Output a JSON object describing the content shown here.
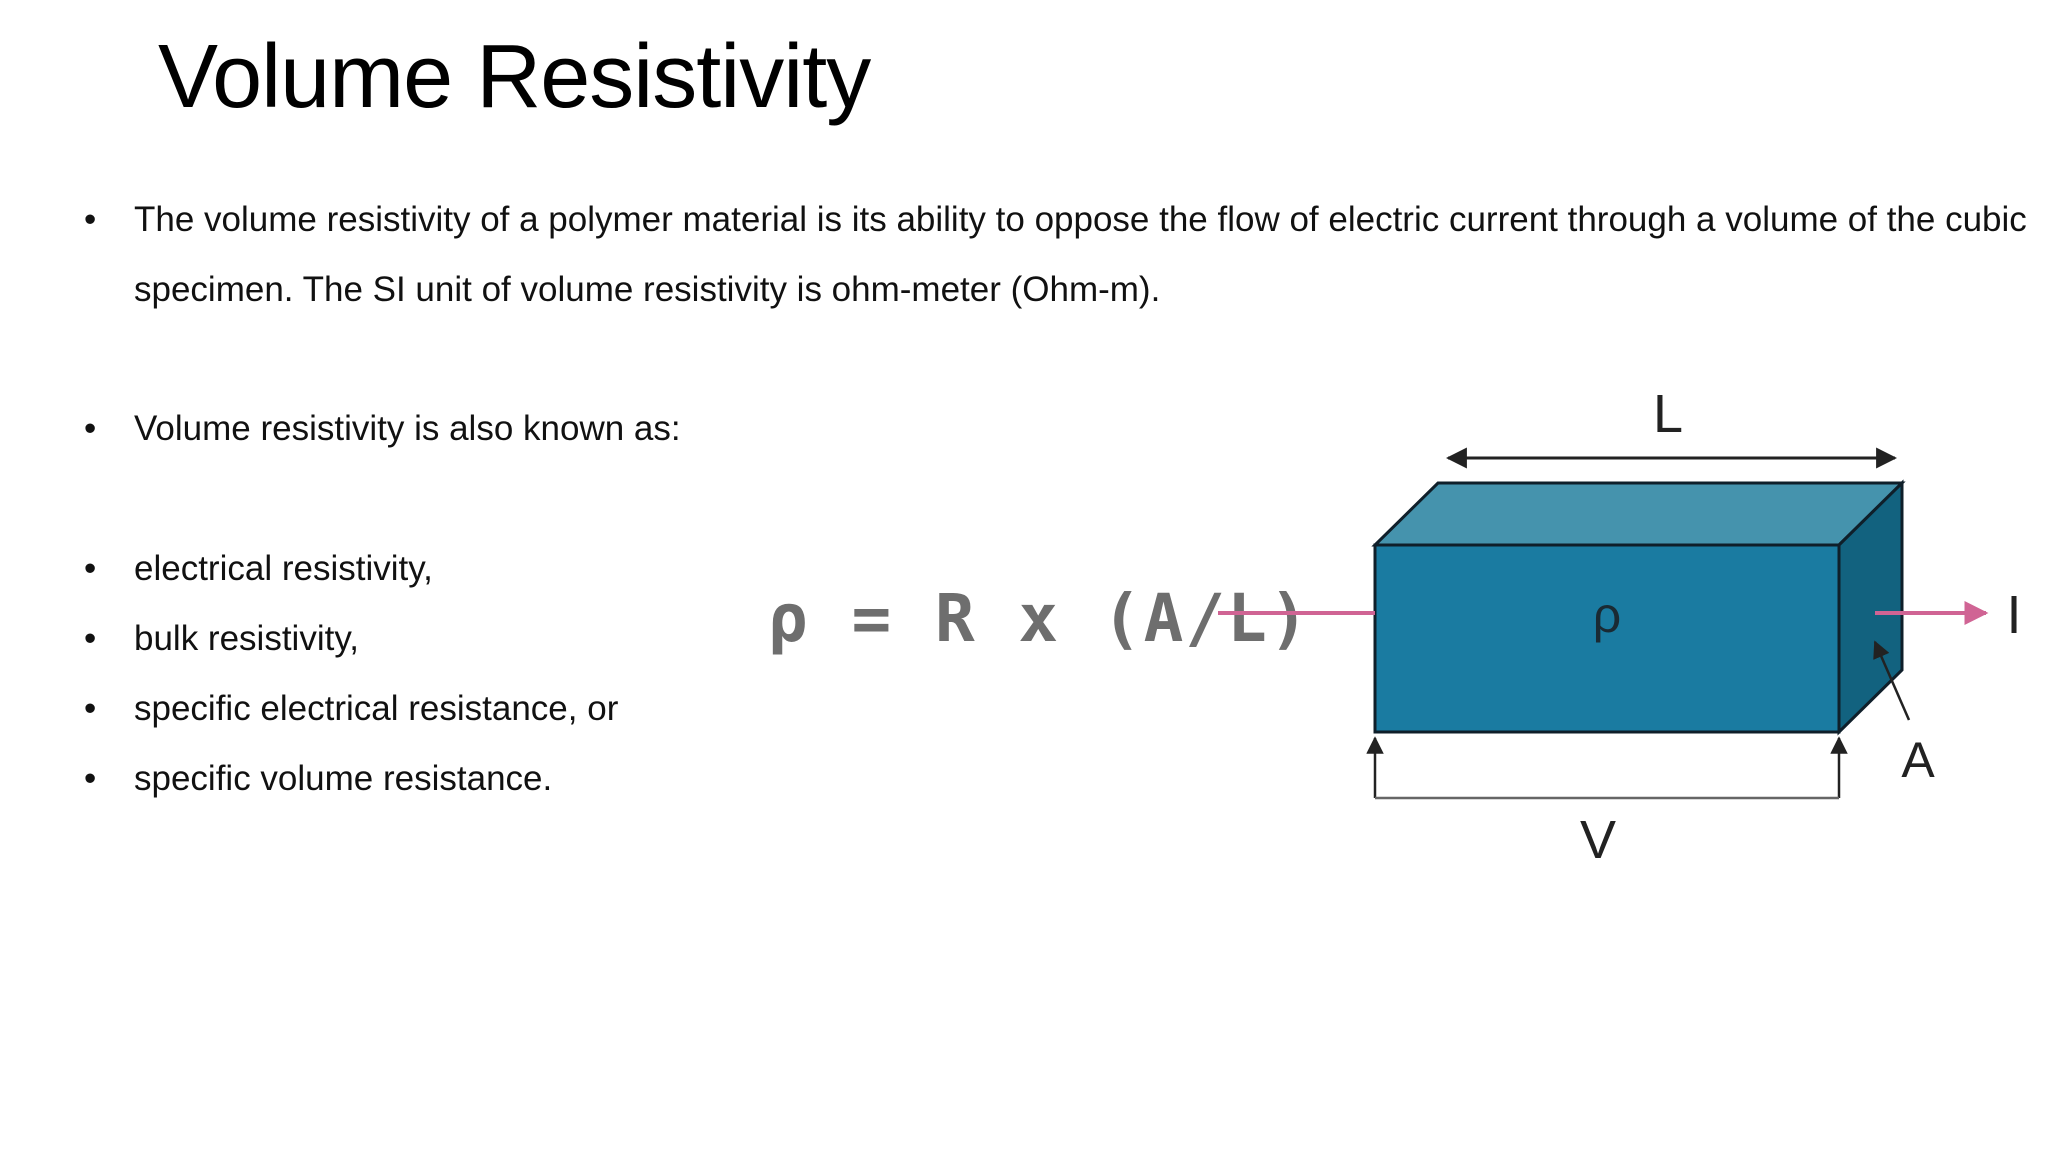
{
  "slide": {
    "title": "Volume Resistivity",
    "bullets": {
      "definition": "The volume resistivity of a polymer material is its ability to oppose the flow of electric current through a volume of the cubic specimen. The SI unit of volume resistivity is ohm-meter (Ohm-m).",
      "aka_intro": "Volume resistivity is also known as:",
      "aka_items": [
        "electrical resistivity,",
        "bulk resistivity,",
        "specific electrical resistance, or",
        "specific volume resistance."
      ]
    },
    "bullet_glyph": "•",
    "formula": "ρ = R x (A/L)"
  },
  "diagram": {
    "labels": {
      "length": "L",
      "rho": "ρ",
      "current": "I",
      "area": "A",
      "voltage": "V"
    },
    "colors": {
      "front": "#1a7ba1",
      "top": "#4593ad",
      "side": "#12627f",
      "outline": "#0f1f2a",
      "current_arrow": "#d06494",
      "dimension": "#222222"
    }
  }
}
